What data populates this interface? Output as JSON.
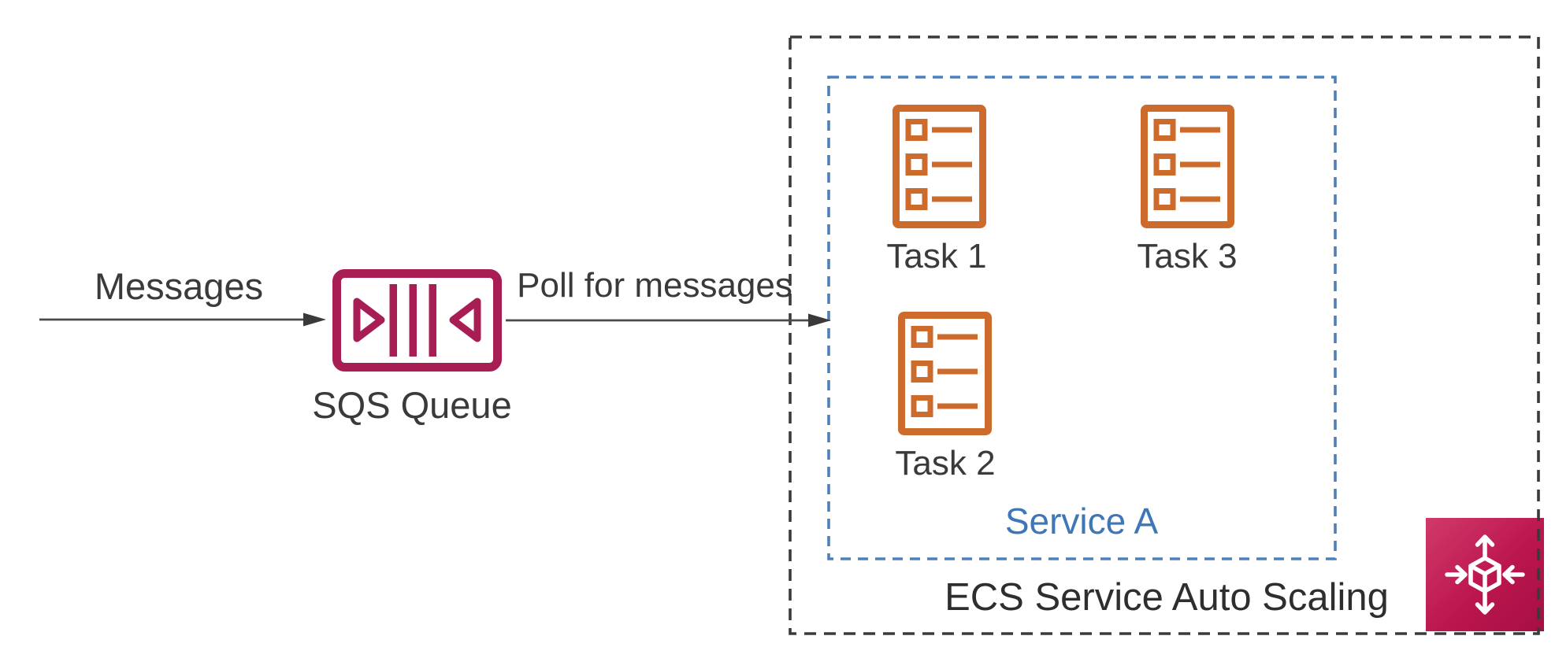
{
  "diagram": {
    "title_hint": "SQS queue polled by ECS service with auto scaling",
    "messages_arrow_label": "Messages",
    "poll_arrow_label": "Poll for messages",
    "sqs": {
      "label": "SQS Queue",
      "icon": "sqs-queue-icon"
    },
    "service_group": {
      "label": "Service A",
      "border_style": "blue-dashed"
    },
    "ecs_group": {
      "label": "ECS Service Auto Scaling",
      "border_style": "black-dashed",
      "icon": "auto-scaling-icon"
    },
    "tasks": [
      {
        "label": "Task 1",
        "icon": "ecs-task-icon"
      },
      {
        "label": "Task 2",
        "icon": "ecs-task-icon"
      },
      {
        "label": "Task 3",
        "icon": "ecs-task-icon"
      }
    ],
    "colors": {
      "sqs_crimson": "#a81d54",
      "task_orange": "#cc6b2b",
      "service_blue": "#3e76b6",
      "blue_dash": "#4c80bd",
      "black_dash": "#3a3a3a",
      "arrow_gray": "#4a4a4a",
      "text_dark": "#3a3a3a",
      "autoscaling_gradient_start": "#d03a6a",
      "autoscaling_gradient_end": "#a50f44",
      "icon_glyph_white": "#ffffff"
    }
  }
}
